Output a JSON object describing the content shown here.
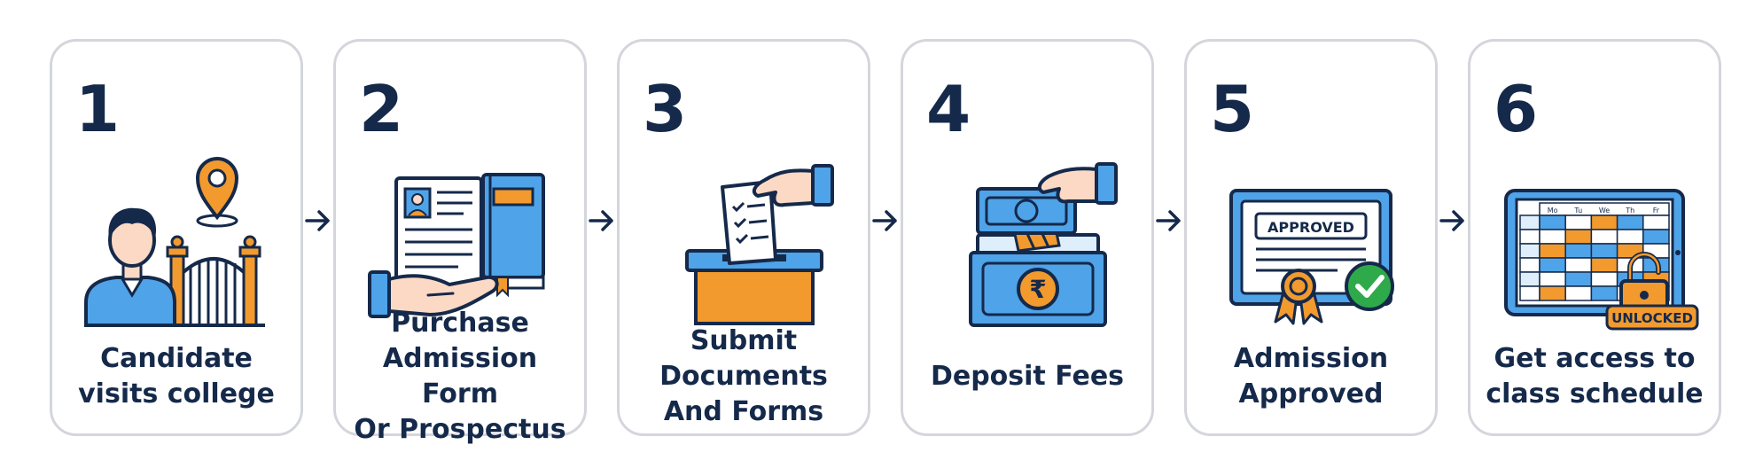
{
  "colors": {
    "navy": "#15294a",
    "blue": "#4fa3e8",
    "orange": "#f29a2e",
    "green": "#2faa4a",
    "card_border": "#d4d6dc",
    "skin": "#fbd9c4"
  },
  "steps": [
    {
      "number": "1",
      "label_lines": [
        "Candidate",
        "visits college"
      ],
      "icon": "person-at-college-gate-icon"
    },
    {
      "number": "2",
      "label_lines": [
        "Purchase",
        "Admission Form",
        "Or Prospectus"
      ],
      "icon": "hand-holding-form-and-book-icon"
    },
    {
      "number": "3",
      "label_lines": [
        "Submit",
        "Documents",
        "And Forms"
      ],
      "icon": "document-into-box-icon"
    },
    {
      "number": "4",
      "label_lines": [
        "Deposit Fees"
      ],
      "icon": "money-into-box-icon"
    },
    {
      "number": "5",
      "label_lines": [
        "Admission",
        "Approved"
      ],
      "icon": "approved-certificate-icon",
      "certificate_text": "APPROVED"
    },
    {
      "number": "6",
      "label_lines": [
        "Get access to",
        "class schedule"
      ],
      "icon": "unlocked-schedule-icon",
      "days": [
        "Mo",
        "Tu",
        "We",
        "Th",
        "Fr"
      ],
      "badge_text": "UNLOCKED"
    }
  ]
}
